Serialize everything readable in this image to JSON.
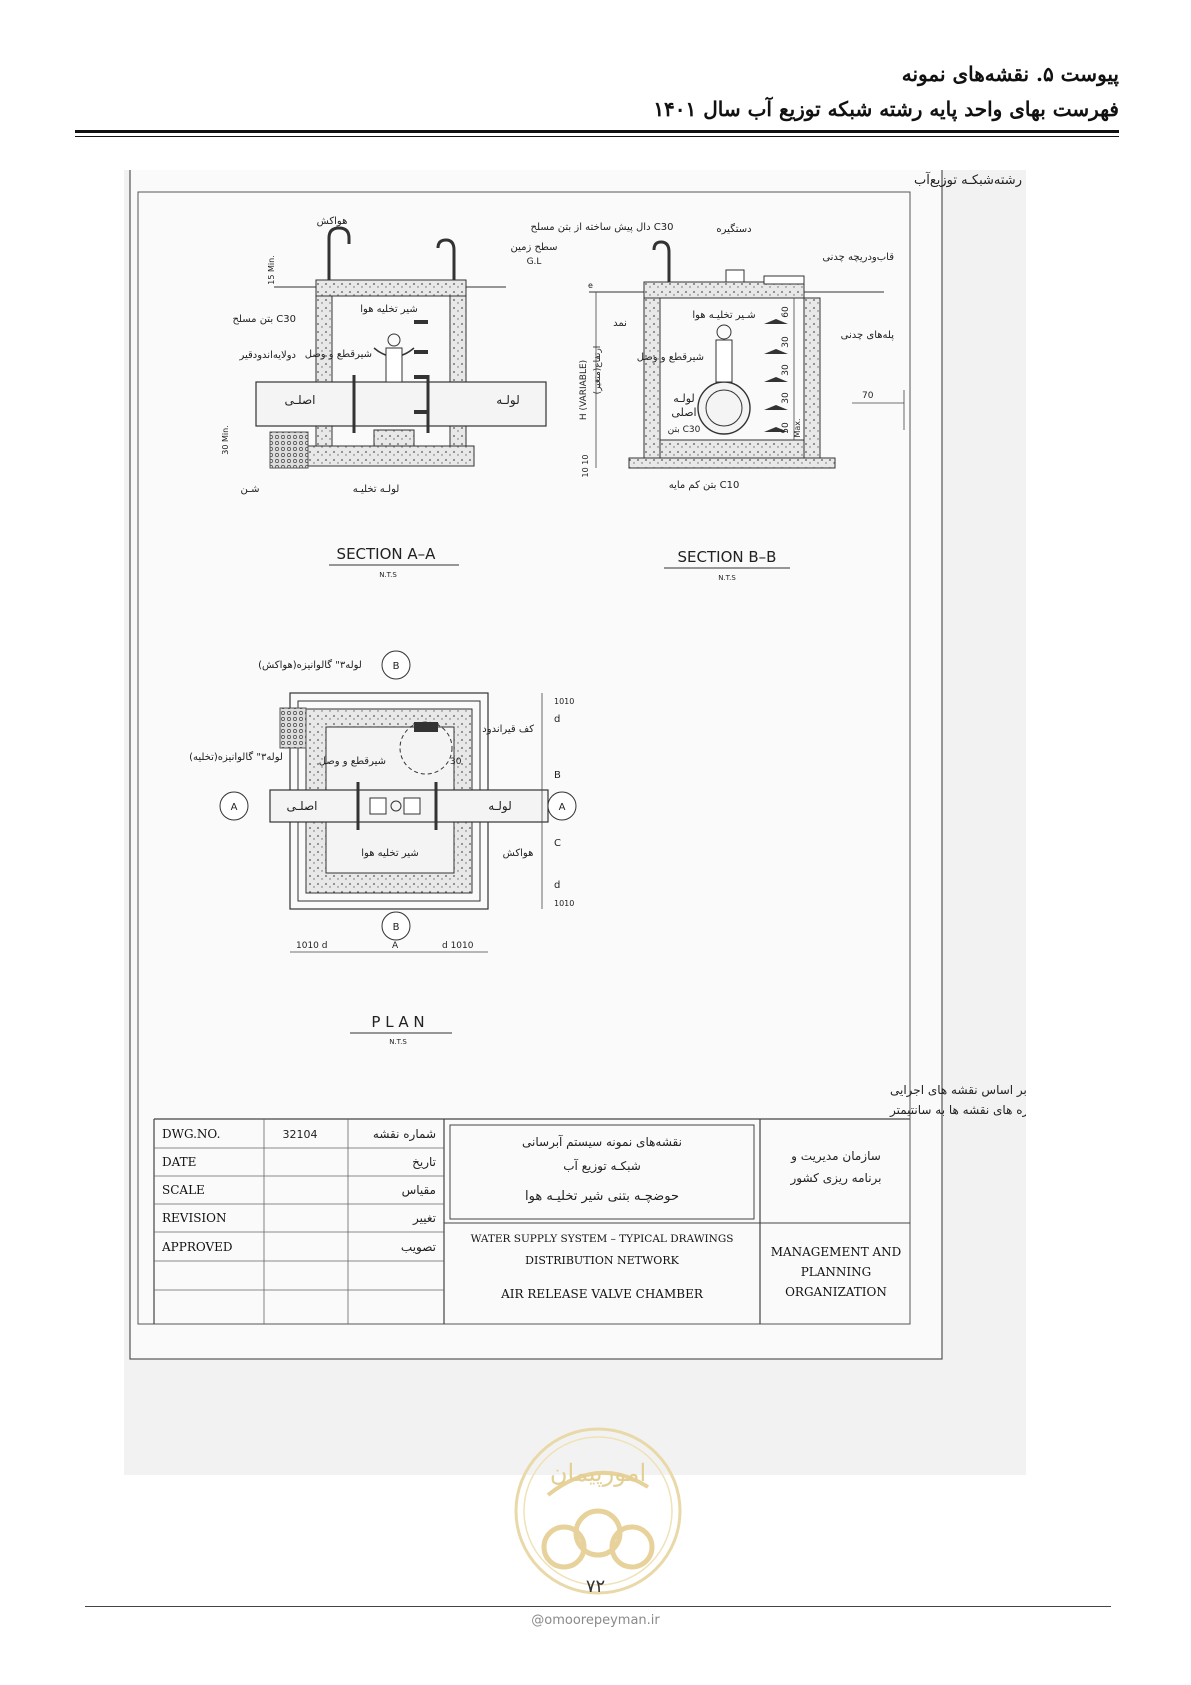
{
  "header": {
    "line1": "پیوست ۵. نقشه‌های نمونه",
    "line2": "فهرست بهای واحد پایه رشته شبکه توزیع آب سال ۱۴۰۱"
  },
  "drawing": {
    "frame_title": "فهرست بهای واحد پایه رشته‌شبکـه توزیع‌آب",
    "section_aa": {
      "title": "SECTION A–A",
      "scale": "N.T.S",
      "labels": {
        "air_vent": "هواکش",
        "ground_level": "سطح زمین",
        "gl": "G.L",
        "concrete": "بتن مسلح C30",
        "bitumen": "دولایه‌اندودقیر",
        "air_valve": "شیر تخلیه هوا",
        "gate_valve": "شیرقطع و وصل",
        "main_pipe": "لولـه",
        "main_pipe2": "اصلـی",
        "drain_pipe": "لولـه تخلیـه",
        "gravel": "شـن",
        "min15": "15 Min.",
        "min30": "30 Min."
      }
    },
    "section_bb": {
      "title": "SECTION B–B",
      "scale": "N.T.S",
      "labels": {
        "precast_slab": "دال پیش ساخته از بتن مسلح C30",
        "handle": "دستگیره",
        "cast_iron_frame": "قاب‌ودریچه چدنی",
        "steps": "پله‌های چدنی",
        "felt": "نمد",
        "air_valve": "شـیر تخلیـه هوا",
        "gate_valve": "شیرقطع و وصل",
        "pipe": "لولـه",
        "main": "اصلی",
        "concrete_c30": "بتن C30",
        "lean_concrete": "بتن کم مایه C10",
        "height": "H (VARIABLE)",
        "height_fa": "ارتفاع(متغیر)",
        "dims": [
          "60",
          "30",
          "30",
          "30",
          "50"
        ],
        "max": "Max.",
        "dim70": "70",
        "dim_bottom": "10 10",
        "dim_top": "e"
      }
    },
    "plan": {
      "title": "P L A N",
      "scale": "N.T.S",
      "labels": {
        "vent_pipe": "لوله۳\" گالوانیزه(هواکش)",
        "drain_pipe": "لوله۳\" گالوانیزه(تخلیه)",
        "gate_valve": "شیرقطع و وصل",
        "floor_slope": "کف قیراندود",
        "pipe": "لولـه",
        "main": "اصلـی",
        "air_valve": "شیر تخلیه هوا",
        "vent": "هواکش",
        "dim30": "30",
        "dim_d": "d",
        "dim_b": "B",
        "dim_c": "C",
        "dim_1010": "1010",
        "marker_a": "A",
        "marker_bb": "B",
        "bottom_left": "1010 d",
        "bottom_right": "d 1010",
        "bottom_a": "A"
      }
    },
    "notes": {
      "line1": "اندازه های A,B,C,d,e,f بر اساس نقشه های اجرایی",
      "line2": "کلیه اندازه های نقشه ها به سانتیمتر"
    },
    "title_block": {
      "rows": [
        {
          "en": "DWG.NO.",
          "value": "32104",
          "fa": "شماره نقشه"
        },
        {
          "en": "DATE",
          "value": "",
          "fa": "تاریخ"
        },
        {
          "en": "SCALE",
          "value": "",
          "fa": "مقیاس"
        },
        {
          "en": "REVISION",
          "value": "",
          "fa": "تغییر"
        },
        {
          "en": "APPROVED",
          "value": "",
          "fa": "تصویب"
        }
      ],
      "fa_title1": "نقشه‌های نمونه سیستم آبرسانی",
      "fa_title2": "شبکـه توزیع آب",
      "fa_title3": "حوضچـه بتنی شیر تخلیـه هوا",
      "en_title1": "WATER SUPPLY SYSTEM – TYPICAL DRAWINGS",
      "en_title2": "DISTRIBUTION NETWORK",
      "en_title3": "AIR RELEASE VALVE CHAMBER",
      "org_fa1": "سازمان مدیریت و",
      "org_fa2": "برنامه ریزی کشور",
      "org_en1": "MANAGEMENT AND",
      "org_en2": "PLANNING",
      "org_en3": "ORGANIZATION"
    }
  },
  "logo": {
    "text": "امورپیمان"
  },
  "footer": {
    "page_number": "۷۲",
    "site": "@omoorepeyman.ir"
  }
}
